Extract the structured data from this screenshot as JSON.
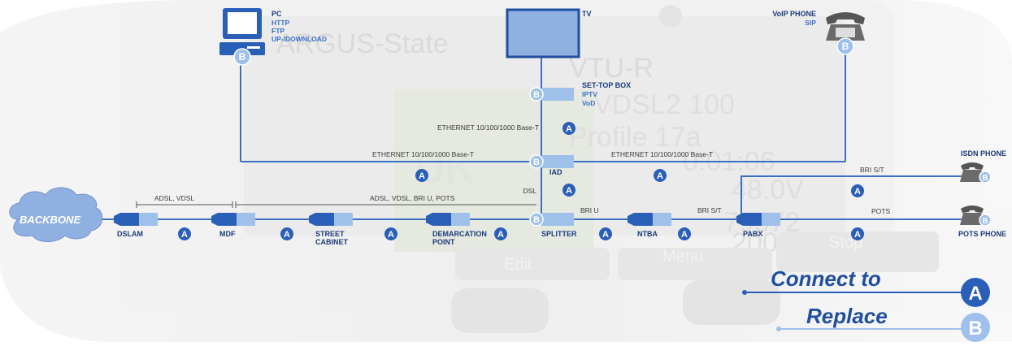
{
  "backbone": "BACKBONE",
  "devices": {
    "dslam": "DSLAM",
    "mdf": "MDF",
    "street_cabinet": [
      "STREET",
      "CABINET"
    ],
    "demarcation_point": [
      "DEMARCATION",
      "POINT"
    ],
    "splitter": "SPLITTER",
    "ntba": "NTBA",
    "pabx": "PABX",
    "iad": "IAD",
    "set_top_box": "SET-TOP BOX",
    "set_top_box_sub": [
      "IPTV",
      "VoD"
    ],
    "tv": "TV",
    "pc": "PC",
    "pc_sub": [
      "HTTP",
      "FTP",
      "UP-/DOWNLOAD"
    ],
    "voip_phone": "VoIP PHONE",
    "voip_sub": "SIP",
    "isdn_phone": "ISDN PHONE",
    "pots_phone": "POTS PHONE"
  },
  "links": {
    "adsl_vdsl": "ADSL, VDSL",
    "adsl_vdsl_bri_pots": "ADSL, VDSL, BRI U, POTS",
    "dsl": "DSL",
    "bri_u": "BRI U",
    "bri_st": "BRI S/T",
    "bri_st_isdn": "BRI S/T",
    "pots": "POTS",
    "ethernet_stb": "ETHERNET 10/100/1000 Base-T",
    "ethernet_pc": "ETHERNET 10/100/1000 Base-T",
    "ethernet_voip": "ETHERNET 10/100/1000 Base-T"
  },
  "markers": {
    "a": "A",
    "b": "B"
  },
  "legend": {
    "connect_to": "Connect to",
    "replace": "Replace"
  },
  "background_screen": {
    "title": "ARGUS-State",
    "lines": [
      "VTU-R",
      "VDSL2 100",
      "Profile 17a",
      "0:01:06",
      "48.0V",
      "79572",
      "20076"
    ],
    "softkeys": [
      "Edit",
      "Menu",
      "Stop"
    ],
    "badge": "UK"
  },
  "colors": {
    "primary_blue": "#3b6fc4",
    "dark_blue": "#1f4f9e",
    "marker_blue": "#2a5fb8",
    "device_light": "#9ec0ea"
  }
}
